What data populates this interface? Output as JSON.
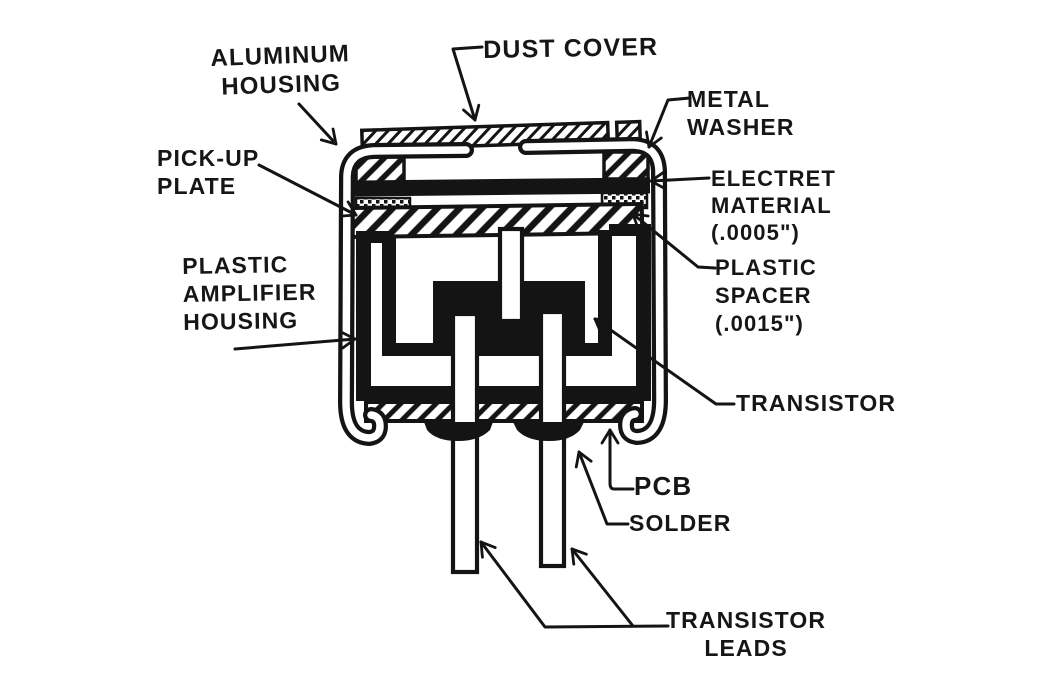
{
  "canvas": {
    "paper_color": "#ffffff",
    "ink_color": "#141414"
  },
  "diagram": {
    "labels": {
      "aluminum_housing": "ALUMINUM\nHOUSING",
      "dust_cover": "DUST COVER",
      "metal_washer": "METAL\nWASHER",
      "pick_up_plate": "PICK-UP\nPLATE",
      "electret_material": "ELECTRET\nMATERIAL\n(.0005\")",
      "plastic_spacer": "PLASTIC\nSPACER\n(.0015\")",
      "plastic_amplifier_housing": "PLASTIC\nAMPLIFIER\nHOUSING",
      "transistor": "TRANSISTOR",
      "pcb": "PCB",
      "solder": "SOLDER",
      "transistor_leads": "TRANSISTOR\nLEADS"
    }
  }
}
